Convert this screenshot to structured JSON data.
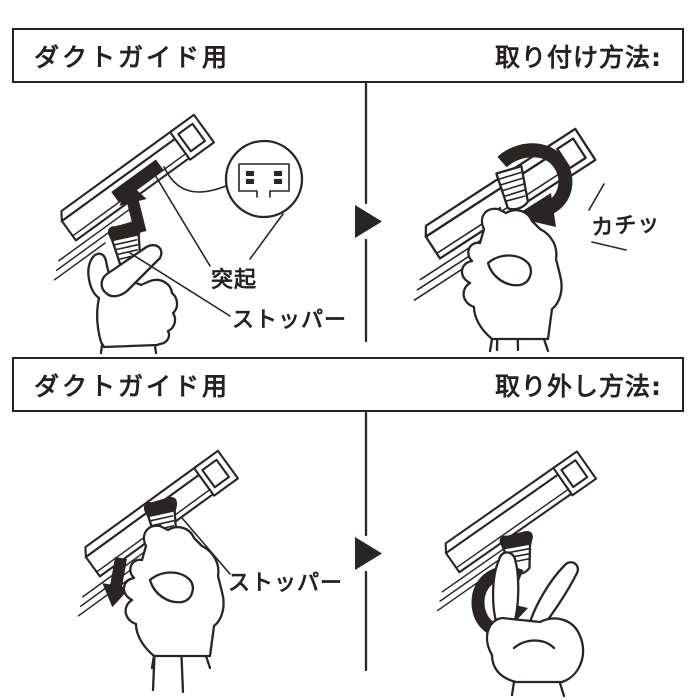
{
  "colors": {
    "ink": "#2b2424",
    "text": "#262121",
    "background": "#ffffff"
  },
  "sections": [
    {
      "header_left": "ダクトガイド用",
      "header_right": "取り付け方法:",
      "panels": [
        {
          "labels": {
            "protrusion": "突起",
            "stopper": "ストッパー"
          }
        },
        {
          "labels": {
            "click": "カチッ"
          }
        }
      ]
    },
    {
      "header_left": "ダクトガイド用",
      "header_right": "取り外し方法:",
      "panels": [
        {
          "labels": {
            "stopper": "ストッパー"
          }
        },
        {
          "labels": {}
        }
      ]
    }
  ],
  "icons": {
    "step_arrow": "filled-right-triangle",
    "insert_arrow": "filled-up-arrow",
    "pull_arrow": "filled-down-arrow",
    "rotate_clockwise": "curved-cw-arrow",
    "rotate_counterclockwise": "curved-ccw-arrow",
    "detail_view": "cross-section-magnifier-circle"
  }
}
